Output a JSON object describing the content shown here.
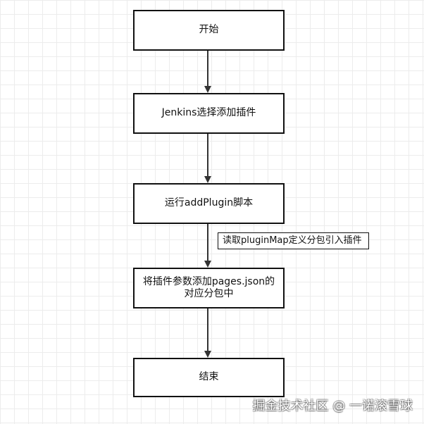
{
  "flowchart": {
    "nodes": [
      {
        "id": "start",
        "label": "开始"
      },
      {
        "id": "select",
        "label": "Jenkins选择添加插件"
      },
      {
        "id": "run",
        "label": "运行addPlugin脚本"
      },
      {
        "id": "add",
        "label": "将插件参数添加pages.json的对应分包中"
      },
      {
        "id": "end",
        "label": "结束"
      }
    ],
    "annotation": "读取pluginMap定义分包引入插件",
    "edges": [
      {
        "from": "start",
        "to": "select"
      },
      {
        "from": "select",
        "to": "run"
      },
      {
        "from": "run",
        "to": "add"
      },
      {
        "from": "add",
        "to": "end"
      }
    ]
  },
  "watermark": "掘金技术社区 @ 一诺滚雪球",
  "colors": {
    "stroke": "#111111",
    "background": "#ffffff",
    "grid": "#ececec"
  }
}
